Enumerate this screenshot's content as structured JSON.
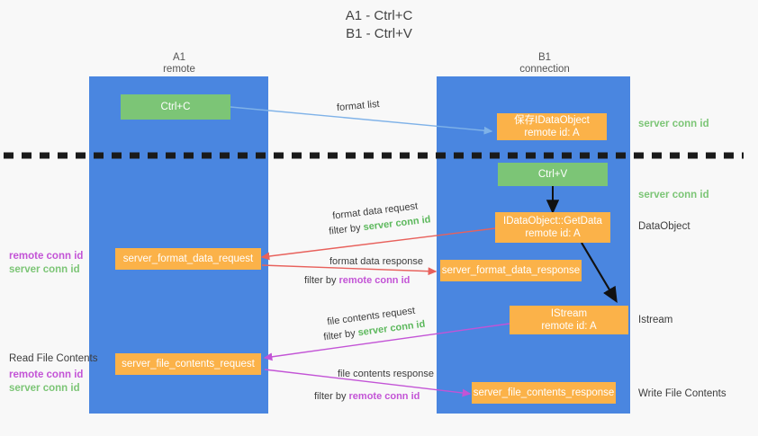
{
  "title": {
    "line1": "A1 - Ctrl+C",
    "line2": "B1 - Ctrl+V"
  },
  "columns": [
    {
      "name": "A1",
      "sub": "remote"
    },
    {
      "name": "B1",
      "sub": "connection"
    }
  ],
  "nodes": [
    {
      "id": "ctrl-c",
      "label": "Ctrl+C",
      "sub": "",
      "color": "#7cc576"
    },
    {
      "id": "save-idataobject",
      "label": "保存IDataObject",
      "sub": "remote id: A",
      "color": "#fbb249"
    },
    {
      "id": "ctrl-v",
      "label": "Ctrl+V",
      "sub": "",
      "color": "#7cc576"
    },
    {
      "id": "idataobject-getdata",
      "label": "IDataObject::GetData",
      "sub": "remote id: A",
      "color": "#fbb249"
    },
    {
      "id": "server-format-data-request",
      "label": "server_format_data_request",
      "sub": "",
      "color": "#fbb249"
    },
    {
      "id": "server-format-data-response",
      "label": "server_format_data_response",
      "sub": "",
      "color": "#fbb249"
    },
    {
      "id": "istream",
      "label": "IStream",
      "sub": "remote id: A",
      "color": "#fbb249"
    },
    {
      "id": "server-file-contents-request",
      "label": "server_file_contents_request",
      "sub": "",
      "color": "#fbb249"
    },
    {
      "id": "server-file-contents-response",
      "label": "server_file_contents_response",
      "sub": "",
      "color": "#fbb249"
    }
  ],
  "edge_labels": {
    "format_list": "format list",
    "format_data_request": "format data request",
    "format_data_request_filter_prefix": "filter by ",
    "format_data_request_filter_value": "server conn id",
    "format_data_response": "format data response",
    "format_data_response_filter_prefix": "filter by ",
    "format_data_response_filter_value": "remote conn id",
    "file_contents_request": "file contents request",
    "file_contents_request_filter_prefix": "filter by ",
    "file_contents_request_filter_value": "server conn id",
    "file_contents_response": "file contents response",
    "file_contents_response_filter_prefix": "filter by ",
    "file_contents_response_filter_value": "remote conn id"
  },
  "right_labels": [
    {
      "id": "server-conn-id-top",
      "text": "server conn id",
      "color": "#7cc576"
    },
    {
      "id": "server-conn-id-second",
      "text": "server conn id",
      "color": "#7cc576"
    },
    {
      "id": "dataobject",
      "text": "DataObject",
      "color": "#3c3c3c"
    },
    {
      "id": "istream",
      "text": "Istream",
      "color": "#3c3c3c"
    },
    {
      "id": "write-file-contents",
      "text": "Write File Contents",
      "color": "#3c3c3c"
    }
  ],
  "left_labels": [
    {
      "id": "remote-conn-id-upper",
      "text": "remote conn id",
      "color": "#c354d6"
    },
    {
      "id": "server-conn-id-upper",
      "text": "server conn id",
      "color": "#7cc576"
    },
    {
      "id": "read-file-contents",
      "text": "Read File Contents",
      "color": "#3c3c3c"
    },
    {
      "id": "remote-conn-id-lower",
      "text": "remote conn id",
      "color": "#c354d6"
    },
    {
      "id": "server-conn-id-lower",
      "text": "server conn id",
      "color": "#7cc576"
    }
  ],
  "colors": {
    "lane": "#4a86e0",
    "green_node": "#7cc576",
    "orange_node": "#fbb249",
    "arrow_blue": "#7fb2e8",
    "arrow_red": "#e8615c",
    "arrow_magenta": "#c354d6",
    "arrow_black": "#111111",
    "background": "#f8f8f8"
  }
}
